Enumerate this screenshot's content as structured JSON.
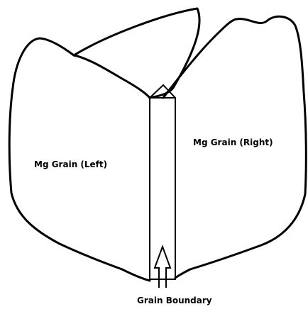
{
  "diagram": {
    "grain_left_label": "Mg Grain (Left)",
    "grain_right_label": "Mg Grain (Right)",
    "boundary_label": "Grain Boundary",
    "line_color": "#000000",
    "background_color": "#ffffff"
  }
}
